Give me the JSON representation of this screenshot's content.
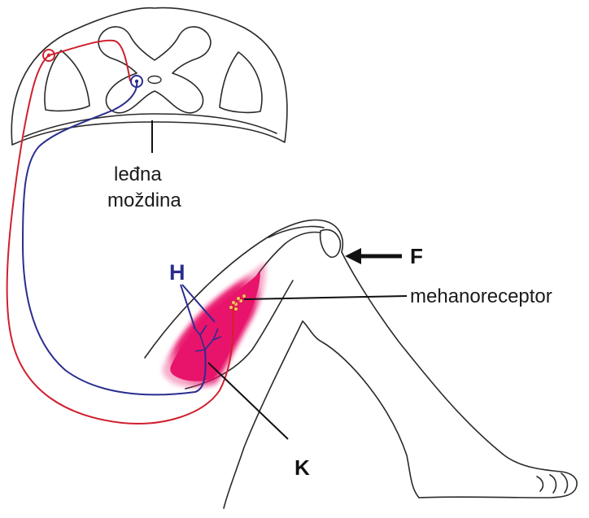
{
  "labels": {
    "spinal_cord": [
      "leđna",
      "moždina"
    ],
    "force": "F",
    "receptor": "mehanoreceptor",
    "motor": "H",
    "muscle": "K"
  },
  "colors": {
    "sensory_nerve": "#d0202e",
    "motor_nerve": "#2b2d8f",
    "muscle": "#e8146c",
    "outline": "#2a2a2a",
    "receptor": "#e8a33c",
    "label": "#111111"
  }
}
